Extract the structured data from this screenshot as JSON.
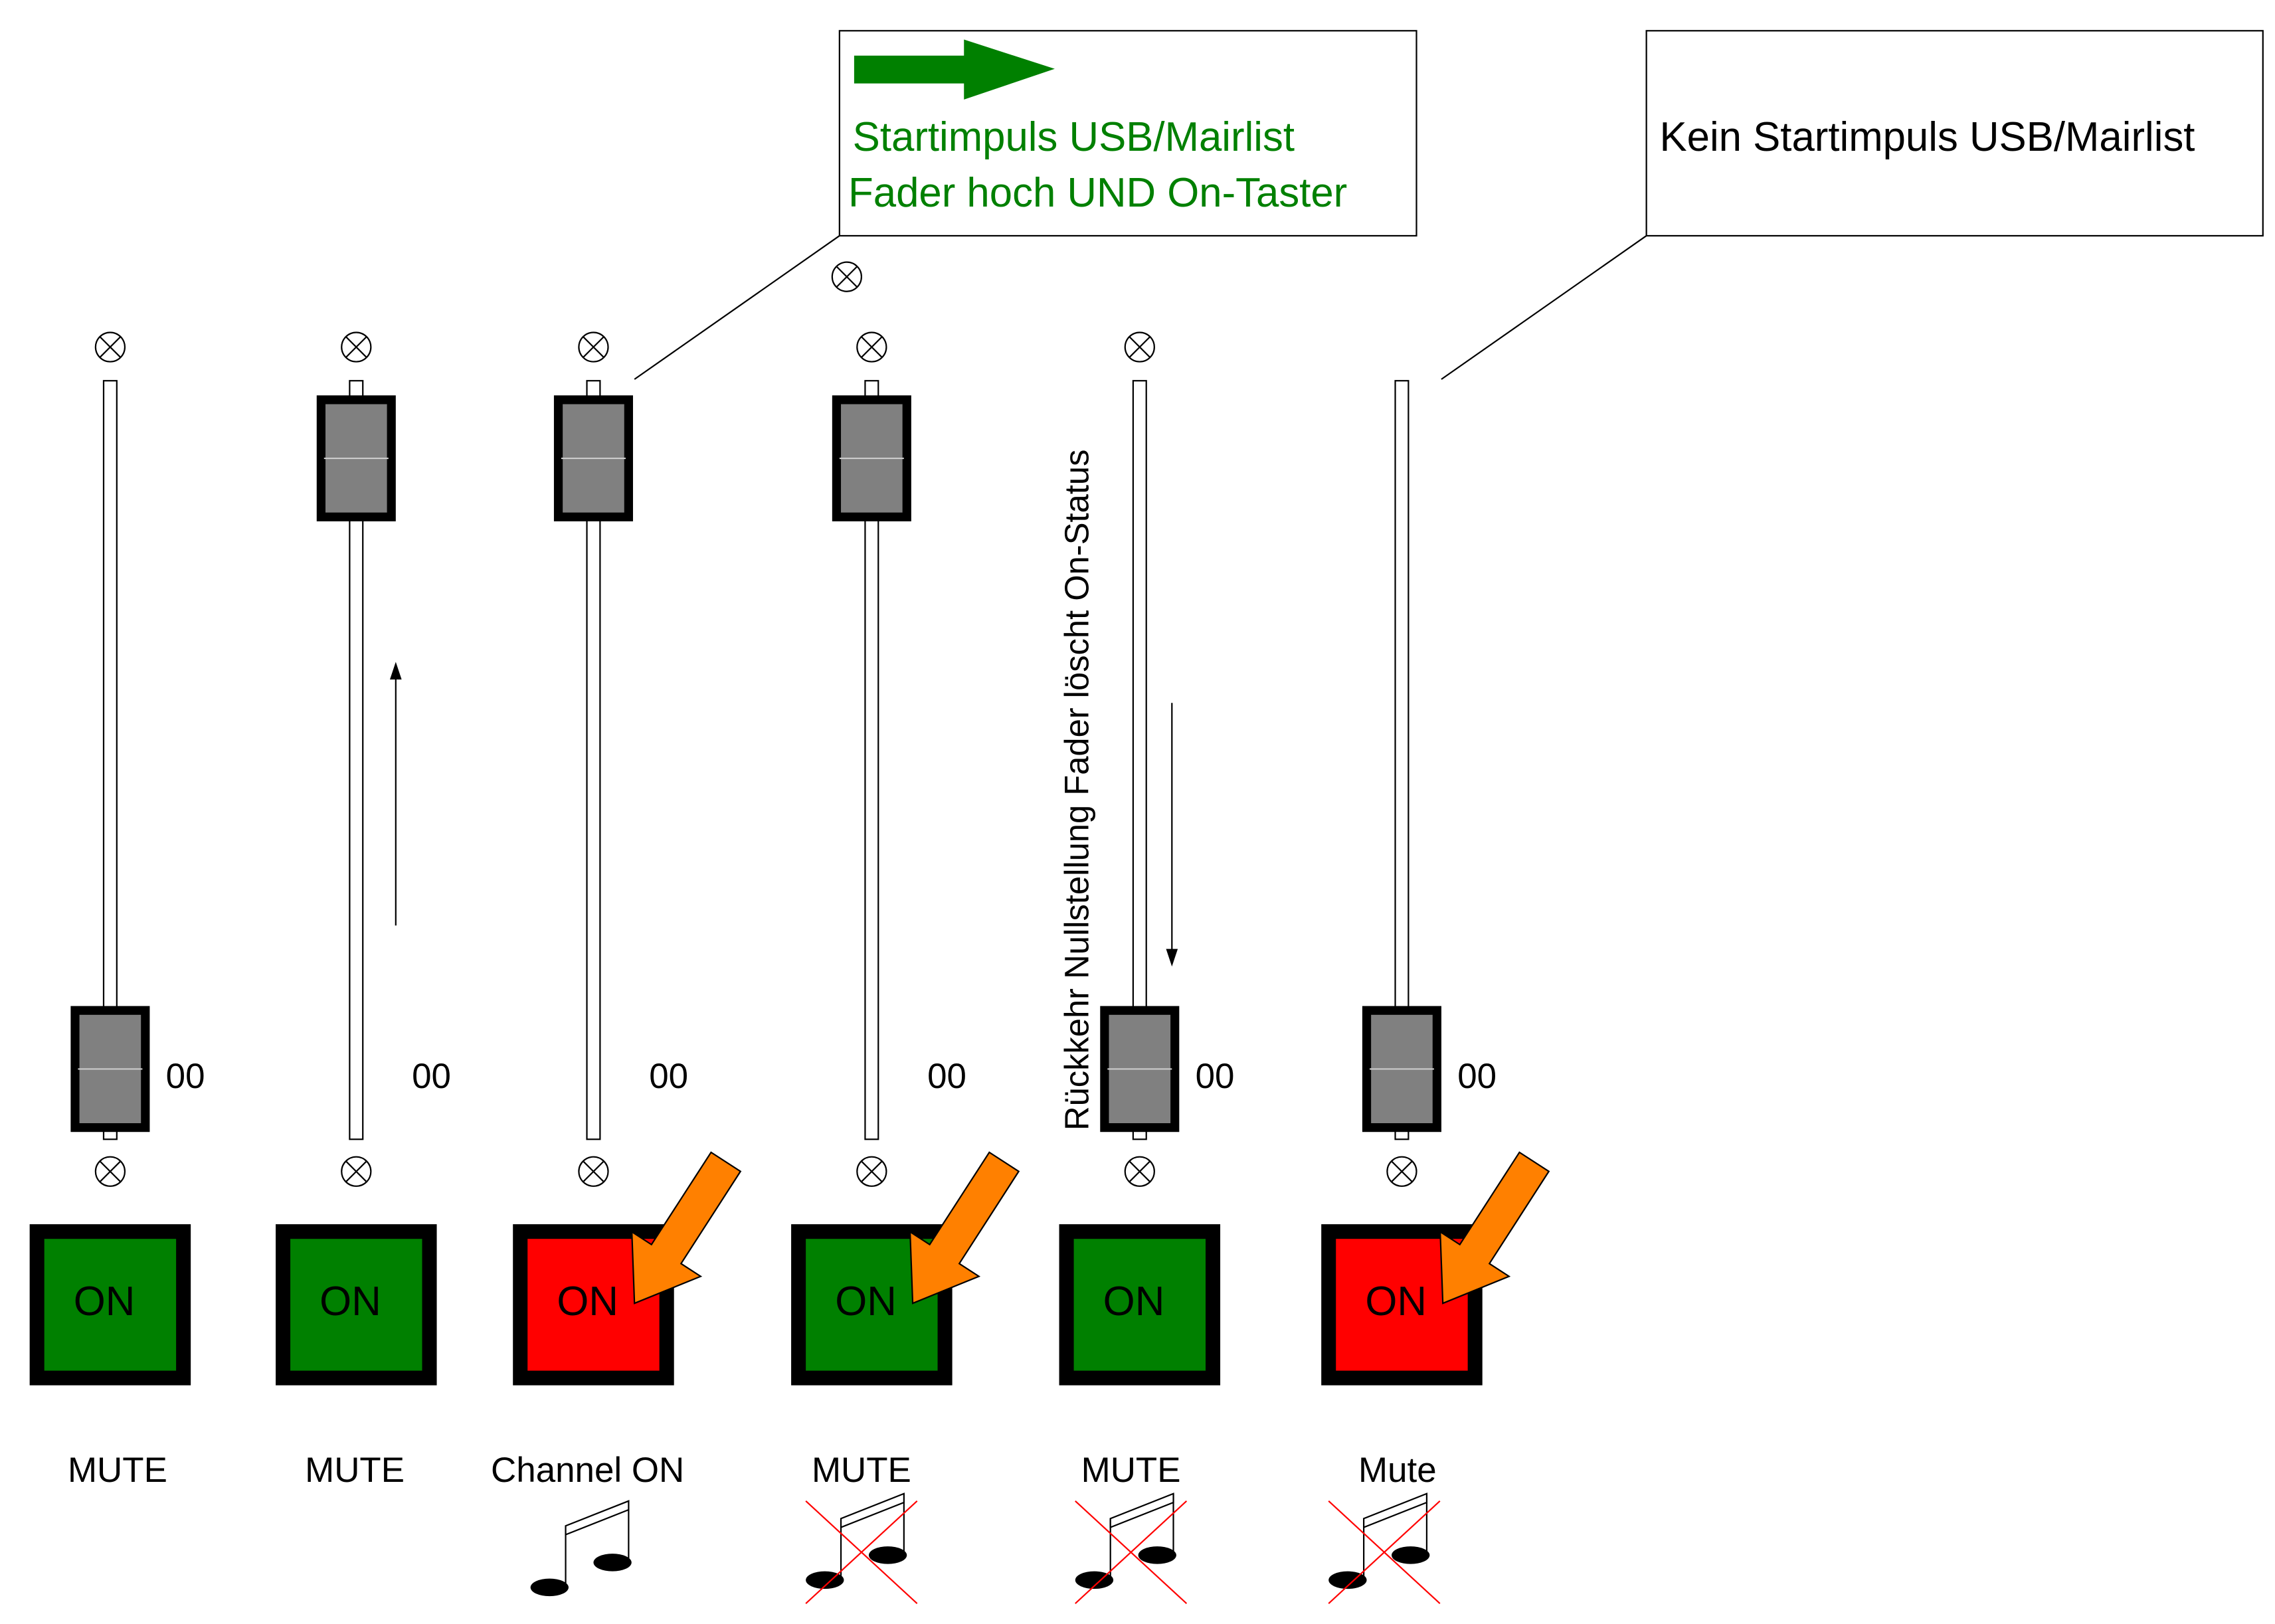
{
  "callouts": {
    "start": {
      "line1": "Startimpuls USB/Mairlist",
      "line2": "Fader hoch UND On-Taster",
      "text_color": "#008000",
      "arrow_color": "#008000"
    },
    "nostart": {
      "text": "Kein Startimpuls USB/Mairlist",
      "text_color": "#000000"
    }
  },
  "vertical_note": "Rückkehr Nullstellung Fader löscht On-Status",
  "channels": [
    {
      "level": "00",
      "fader_position": "down",
      "on_color": "#008000",
      "on_label": "ON",
      "status": "MUTE",
      "pressed": false,
      "note": "none",
      "motion": "none"
    },
    {
      "level": "00",
      "fader_position": "up",
      "on_color": "#008000",
      "on_label": "ON",
      "status": "MUTE",
      "pressed": false,
      "note": "none",
      "motion": "up"
    },
    {
      "level": "00",
      "fader_position": "up",
      "on_color": "#ff0000",
      "on_label": "ON",
      "status": "Channel ON",
      "pressed": true,
      "note": "playing",
      "motion": "none"
    },
    {
      "level": "00",
      "fader_position": "up",
      "on_color": "#008000",
      "on_label": "ON",
      "status": "MUTE",
      "pressed": true,
      "note": "crossed",
      "motion": "none"
    },
    {
      "level": "00",
      "fader_position": "down",
      "on_color": "#008000",
      "on_label": "ON",
      "status": "MUTE",
      "pressed": false,
      "note": "crossed",
      "motion": "down"
    },
    {
      "level": "00",
      "fader_position": "down",
      "on_color": "#ff0000",
      "on_label": "ON",
      "status": "Mute",
      "pressed": true,
      "note": "crossed",
      "motion": "none"
    }
  ],
  "colors": {
    "pointer_arrow": "#ff8000",
    "cross": "#ff0000",
    "knob_fill": "#808080",
    "frame": "#000000"
  }
}
